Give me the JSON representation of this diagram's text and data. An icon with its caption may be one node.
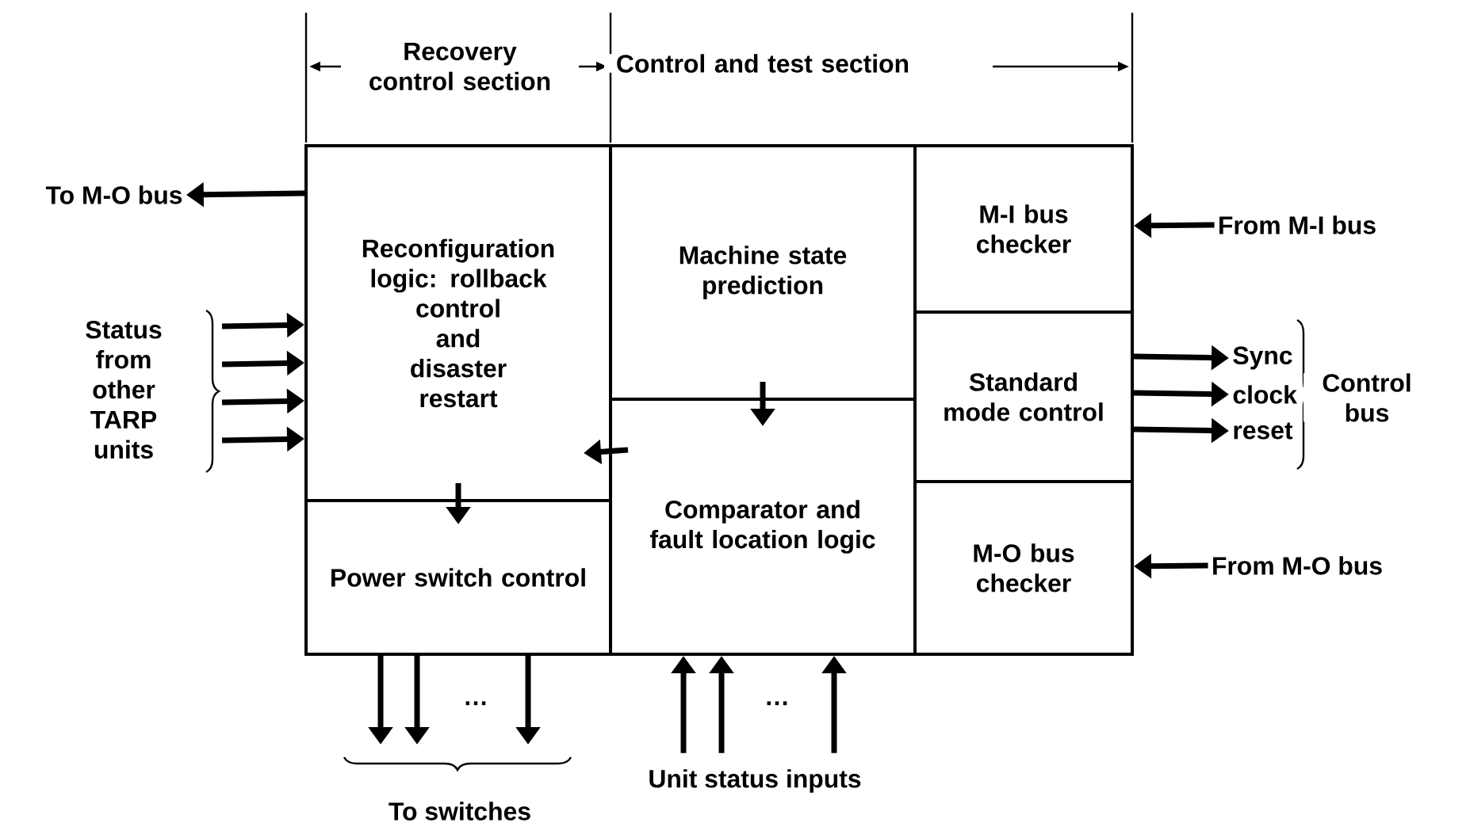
{
  "diagram": {
    "nodes": [
      {
        "text": [
          "Reconfiguration logic: rollback control and disaster restart"
        ]
      },
      {
        "text": [
          "Power switch control"
        ]
      },
      {
        "text": [
          "Machine state prediction"
        ]
      },
      {
        "text": [
          "Comparator and fault location logic"
        ]
      },
      {
        "text": [
          "M-I bus checker"
        ]
      },
      {
        "text": [
          "Standard mode control"
        ]
      },
      {
        "text": [
          "M-O bus checker"
        ]
      },
      {
        "text": [
          "To M-O bus"
        ]
      },
      {
        "text": [
          "From M-I bus"
        ]
      },
      {
        "text": [
          "From M-O bus"
        ]
      },
      {
        "text": [
          "Sync"
        ]
      },
      {
        "text": [
          "clock"
        ]
      },
      {
        "text": [
          "reset"
        ]
      },
      {
        "text": [
          "Unit status inputs"
        ]
      }
    ],
    "edges": [
      {
        "from": 0,
        "to": 7,
        "arrow": "to"
      },
      {
        "from": null,
        "to": 0,
        "arrow": "to"
      },
      {
        "from": null,
        "to": 0,
        "arrow": "to"
      },
      {
        "from": null,
        "to": 0,
        "arrow": "to"
      },
      {
        "from": null,
        "to": 0,
        "arrow": "to"
      },
      {
        "from": 8,
        "to": 4,
        "arrow": "to"
      },
      {
        "from": 9,
        "to": 6,
        "arrow": "to"
      },
      {
        "from": 5,
        "to": 10,
        "arrow": "to"
      },
      {
        "from": 5,
        "to": 11,
        "arrow": "to"
      },
      {
        "from": 5,
        "to": 12,
        "arrow": "to"
      },
      {
        "from": 1,
        "to": null,
        "arrow": "to"
      },
      {
        "from": 1,
        "to": null,
        "arrow": "to"
      },
      {
        "from": 1,
        "to": null,
        "arrow": "to"
      },
      {
        "from": 13,
        "to": 3,
        "arrow": "to"
      },
      {
        "from": 13,
        "to": 3,
        "arrow": "to"
      },
      {
        "from": 13,
        "to": 3,
        "arrow": "to"
      },
      {
        "from": 0,
        "to": 1,
        "arrow": "to"
      },
      {
        "from": 2,
        "to": 3,
        "arrow": "to"
      },
      {
        "from": 3,
        "to": 0,
        "arrow": "to"
      }
    ],
    "labels": [
      "Recovery control section",
      "Control and test section",
      "Status from other TARP units",
      "Control bus",
      "…",
      "…",
      "To switches"
    ]
  }
}
